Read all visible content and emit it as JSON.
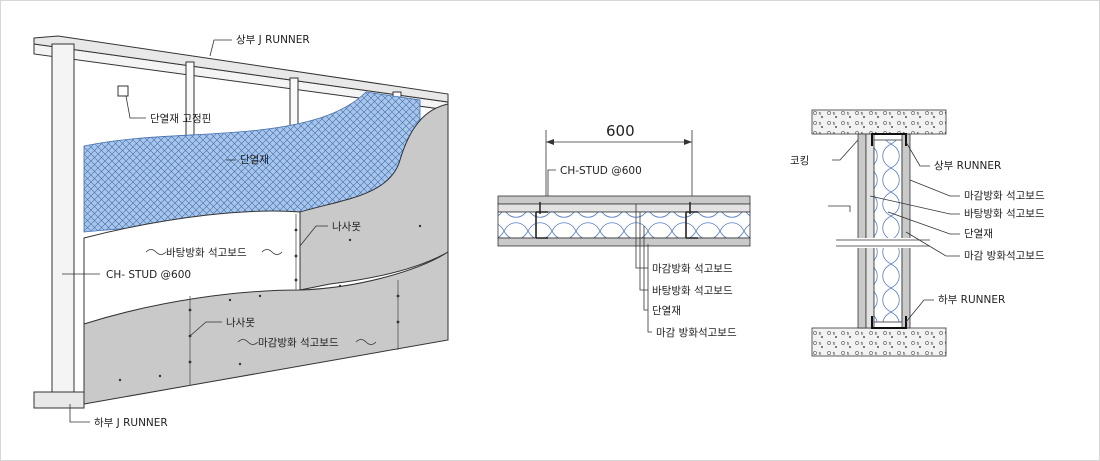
{
  "left_view": {
    "top_runner": "상부 J RUNNER",
    "insulation_pin": "단열재 고정핀",
    "insulation": "단열재",
    "screw_upper": "나사못",
    "base_board": "바탕방화 석고보드",
    "stud": "CH- STUD @600",
    "screw_lower": "나사못",
    "finish_board": "마감방화 석고보드",
    "bottom_runner": "하부 J RUNNER"
  },
  "plan_view": {
    "dimension": "600",
    "stud": "CH-STUD @600",
    "layers": [
      "마감방화 석고보드",
      "바탕방화 석고보드",
      "단열재",
      "마감 방화석고보드"
    ]
  },
  "section_view": {
    "caulking": "코킹",
    "top_runner": "상부 RUNNER",
    "layers": [
      "마감방화 석고보드",
      "바탕방화 석고보드",
      "단열재",
      "마감 방화석고보드"
    ],
    "bottom_runner": "하부 RUNNER"
  },
  "colors": {
    "insulation_blue": "#a9c6ea",
    "board_gray": "#c9c9c9",
    "line": "#333333"
  }
}
